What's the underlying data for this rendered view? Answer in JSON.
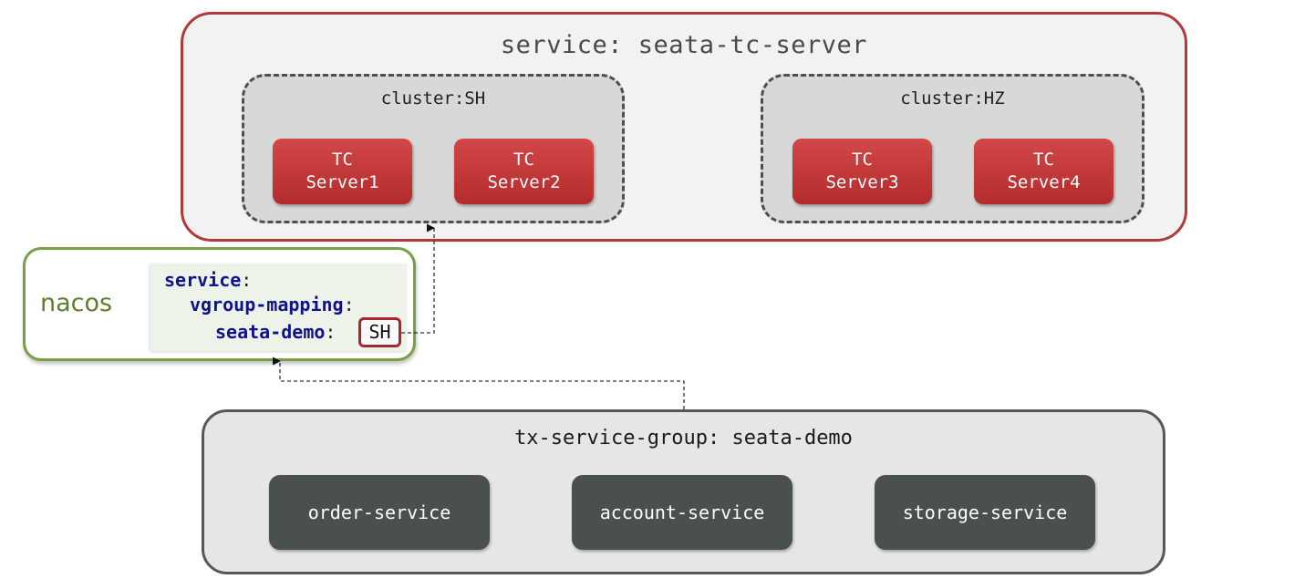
{
  "service": {
    "title": "service: seata-tc-server",
    "clusters": [
      {
        "title": "cluster:SH",
        "servers": [
          {
            "line1": "TC",
            "line2": "Server1"
          },
          {
            "line1": "TC",
            "line2": "Server2"
          }
        ]
      },
      {
        "title": "cluster:HZ",
        "servers": [
          {
            "line1": "TC",
            "line2": "Server3"
          },
          {
            "line1": "TC",
            "line2": "Server4"
          }
        ]
      }
    ]
  },
  "nacos": {
    "label": "nacos",
    "config": {
      "line1_key": "service",
      "line2_key": "vgroup-mapping",
      "line3_key": "seata-demo",
      "colon": ":",
      "value": "SH"
    }
  },
  "group": {
    "title": "tx-service-group: seata-demo",
    "services": [
      "order-service",
      "account-service",
      "storage-service"
    ]
  },
  "colors": {
    "service_border": "#b03a3a",
    "tc_server": "#c23a3a",
    "nacos_border": "#79a044",
    "nacos_text": "#5f7d31",
    "code_key": "#111189",
    "group_border": "#585858",
    "service_box": "#4a4f4f"
  }
}
